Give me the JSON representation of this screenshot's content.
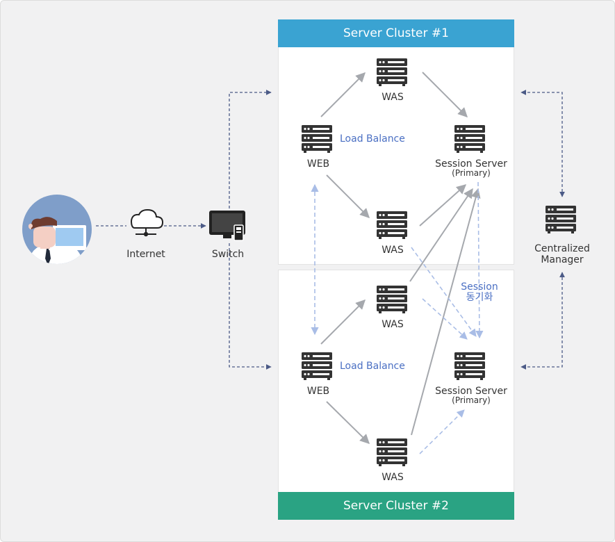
{
  "clusters": {
    "c1_title": "Server Cluster #1",
    "c2_title": "Server Cluster #2",
    "c1_color": "#3aa3d2",
    "c2_color": "#2aa383"
  },
  "left": {
    "internet_label": "Internet",
    "switch_label": "Switch"
  },
  "cluster1": {
    "web_label": "WEB",
    "load_balance": "Load Balance",
    "was_top_label": "WAS",
    "was_bottom_label": "WAS",
    "session_server_label": "Session Server",
    "session_server_sub": "(Primary)"
  },
  "cluster2": {
    "web_label": "WEB",
    "load_balance": "Load Balance",
    "was_top_label": "WAS",
    "was_bottom_label": "WAS",
    "session_server_label": "Session Server",
    "session_server_sub": "(Primary)"
  },
  "sync": {
    "line1": "Session",
    "line2": "동기화"
  },
  "manager": {
    "line1": "Centralized",
    "line2": "Manager"
  }
}
